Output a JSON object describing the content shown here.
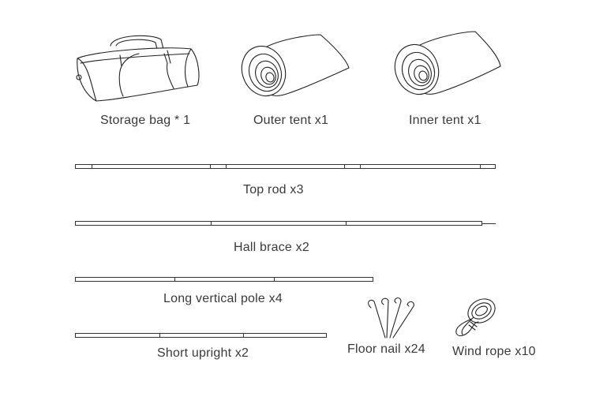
{
  "items": {
    "storage_bag": {
      "label": "Storage bag * 1",
      "icon": "storage-bag-icon"
    },
    "outer_tent": {
      "label": "Outer tent x1",
      "icon": "rolled-tent-icon"
    },
    "inner_tent": {
      "label": "Inner tent x1",
      "icon": "rolled-tent-icon"
    },
    "top_rod": {
      "label": "Top rod x3"
    },
    "hall_brace": {
      "label": "Hall brace x2"
    },
    "long_vertical_pole": {
      "label": "Long vertical pole x4"
    },
    "short_upright": {
      "label": "Short upright x2"
    },
    "floor_nail": {
      "label": "Floor nail x24",
      "icon": "tent-stake-icon"
    },
    "wind_rope": {
      "label": "Wind rope x10",
      "icon": "coiled-rope-icon"
    }
  },
  "colors": {
    "line": "#222222",
    "text": "#3a3a3a",
    "background": "#ffffff"
  }
}
